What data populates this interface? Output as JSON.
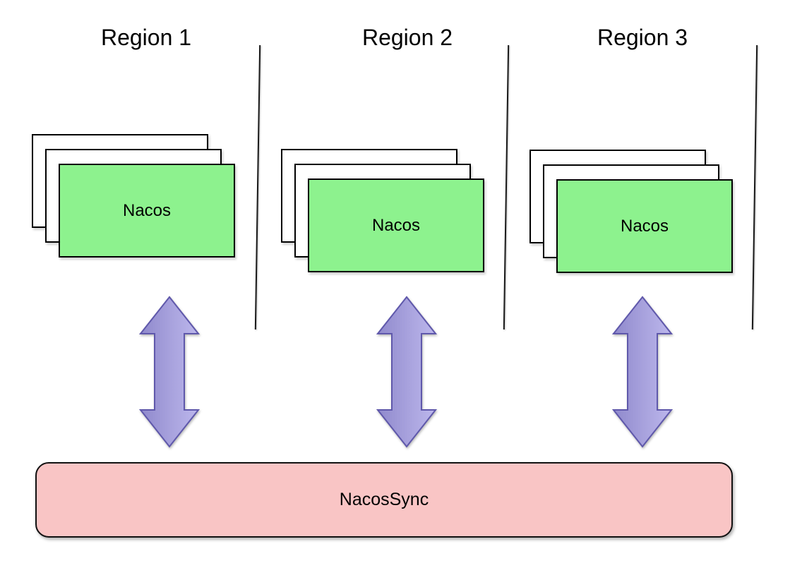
{
  "regions": [
    {
      "title": "Region 1",
      "node": {
        "label": "Nacos"
      }
    },
    {
      "title": "Region 2",
      "node": {
        "label": "Nacos"
      }
    },
    {
      "title": "Region 3",
      "node": {
        "label": "Nacos"
      }
    }
  ],
  "sync": {
    "label": "NacosSync"
  },
  "icons": {
    "arrow": "bidirectional-vertical-arrow"
  },
  "colors": {
    "background": "#ffffff",
    "text": "#000000",
    "node_fill": "#8df28e",
    "node_border": "#000000",
    "sync_fill": "#f9c5c5",
    "sync_border": "#111111",
    "arrow_fill_dark": "#8f89cc",
    "arrow_fill_mid": "#a9a3de",
    "arrow_fill_light": "#bcb7ec",
    "arrow_border": "#5f58ab",
    "divider": "#1a1a1a"
  }
}
